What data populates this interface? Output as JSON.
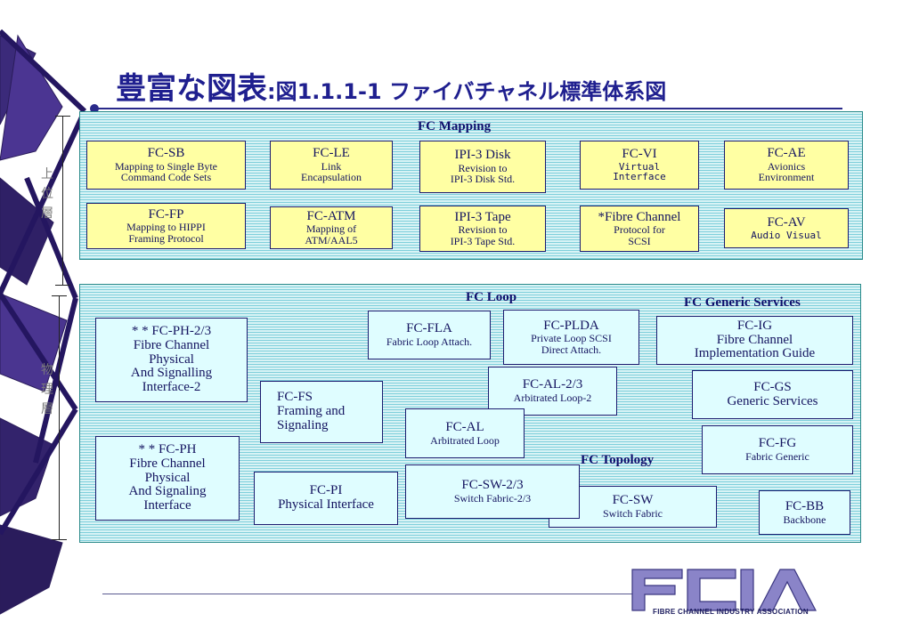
{
  "title": {
    "main": "豊富な図表",
    "colon": ":",
    "sub": "図1.1.1-1  ファイバチャネル標準体系図"
  },
  "side_labels": {
    "upper": "上　　位　　層",
    "lower": "物　理　層"
  },
  "mapping_panel": {
    "title": "FC Mapping",
    "boxes": [
      {
        "name": "FC-SB",
        "desc": [
          "Mapping to Single Byte",
          "Command Code Sets"
        ]
      },
      {
        "name": "FC-LE",
        "desc": [
          "Link",
          "Encapsulation"
        ]
      },
      {
        "name": "IPI-3 Disk",
        "desc": [
          "Revision to",
          "IPI-3 Disk Std."
        ]
      },
      {
        "name": "FC-VI",
        "desc": [
          "Virtual",
          "Interface"
        ]
      },
      {
        "name": "FC-AE",
        "desc": [
          "Avionics",
          "Environment"
        ]
      },
      {
        "name": "FC-FP",
        "desc": [
          "Mapping to HIPPI",
          "Framing Protocol"
        ]
      },
      {
        "name": "FC-ATM",
        "desc": [
          "Mapping of",
          "ATM/AAL5"
        ]
      },
      {
        "name": "IPI-3 Tape",
        "desc": [
          "Revision to",
          "IPI-3 Tape Std."
        ]
      },
      {
        "name": "*Fibre Channel",
        "desc": [
          "Protocol for",
          "SCSI"
        ]
      },
      {
        "name": "FC-AV",
        "desc": [
          "Audio Visual"
        ]
      }
    ]
  },
  "physical_panel": {
    "loop_title": "FC Loop",
    "generic_title": "FC Generic Services",
    "topology_title": "FC Topology",
    "boxes": {
      "ph23": [
        "* *   FC-PH-2/3",
        "Fibre Channel",
        "Physical",
        "And Signalling",
        "Interface-2"
      ],
      "ph": [
        "* *   FC-PH",
        "Fibre Channel",
        "Physical",
        "And Signaling",
        "Interface"
      ],
      "fs": [
        "FC-FS",
        "Framing and",
        "Signaling"
      ],
      "pi": [
        "FC-PI",
        "Physical Interface"
      ],
      "fla": [
        "FC-FLA",
        "Fabric Loop Attach."
      ],
      "plda": [
        "FC-PLDA",
        "Private Loop SCSI",
        "Direct Attach."
      ],
      "al23": [
        "FC-AL-2/3",
        "Arbitrated Loop-2"
      ],
      "al": [
        "FC-AL",
        "Arbitrated Loop"
      ],
      "sw23": [
        "FC-SW-2/3",
        "Switch Fabric-2/3"
      ],
      "sw": [
        "FC-SW",
        "Switch Fabric"
      ],
      "ig": [
        "FC-IG",
        "Fibre Channel",
        "Implementation Guide"
      ],
      "gs": [
        "FC-GS",
        "Generic Services"
      ],
      "fg": [
        "FC-FG",
        "Fabric Generic"
      ],
      "bb": [
        "FC-BB",
        "Backbone"
      ]
    }
  },
  "logo": {
    "letters": "FCIA",
    "tagline": "FIBRE CHANNEL INDUSTRY ASSOCIATION"
  },
  "colors": {
    "title": "#1f1f8f",
    "panel_line": "#7fcfdb",
    "yellow_box": "#ffffa3",
    "cyan_box": "#dffdff",
    "logo": "#8a84c8"
  }
}
